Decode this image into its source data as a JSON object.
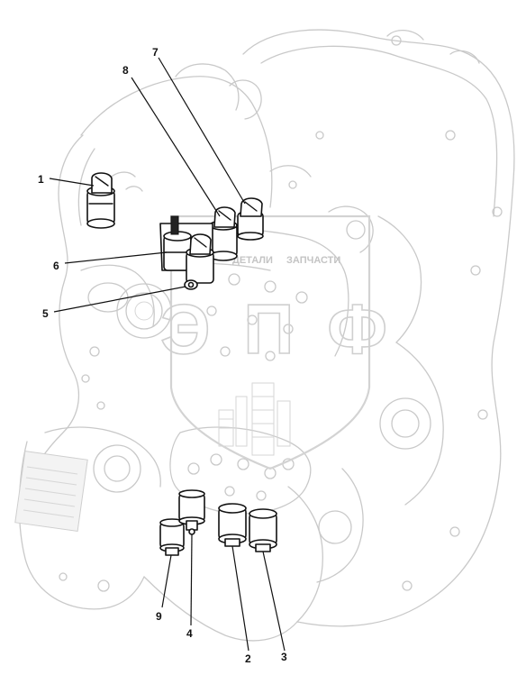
{
  "callouts": {
    "c1": "1",
    "c2": "2",
    "c3": "3",
    "c4": "4",
    "c5": "5",
    "c6": "6",
    "c7": "7",
    "c8": "8",
    "c9": "9"
  },
  "watermark": {
    "logo_text": "ЭПФ",
    "tagline_left": "ДЕТАЛИ",
    "tagline_right": "ЗАПЧАСТИ"
  },
  "colors": {
    "ink": "#111111",
    "ghost": "#c9c9c9",
    "background": "#ffffff"
  },
  "icons": [
    "solenoid-valve-icon",
    "transmission-housing-icon",
    "shield-logo-icon"
  ]
}
